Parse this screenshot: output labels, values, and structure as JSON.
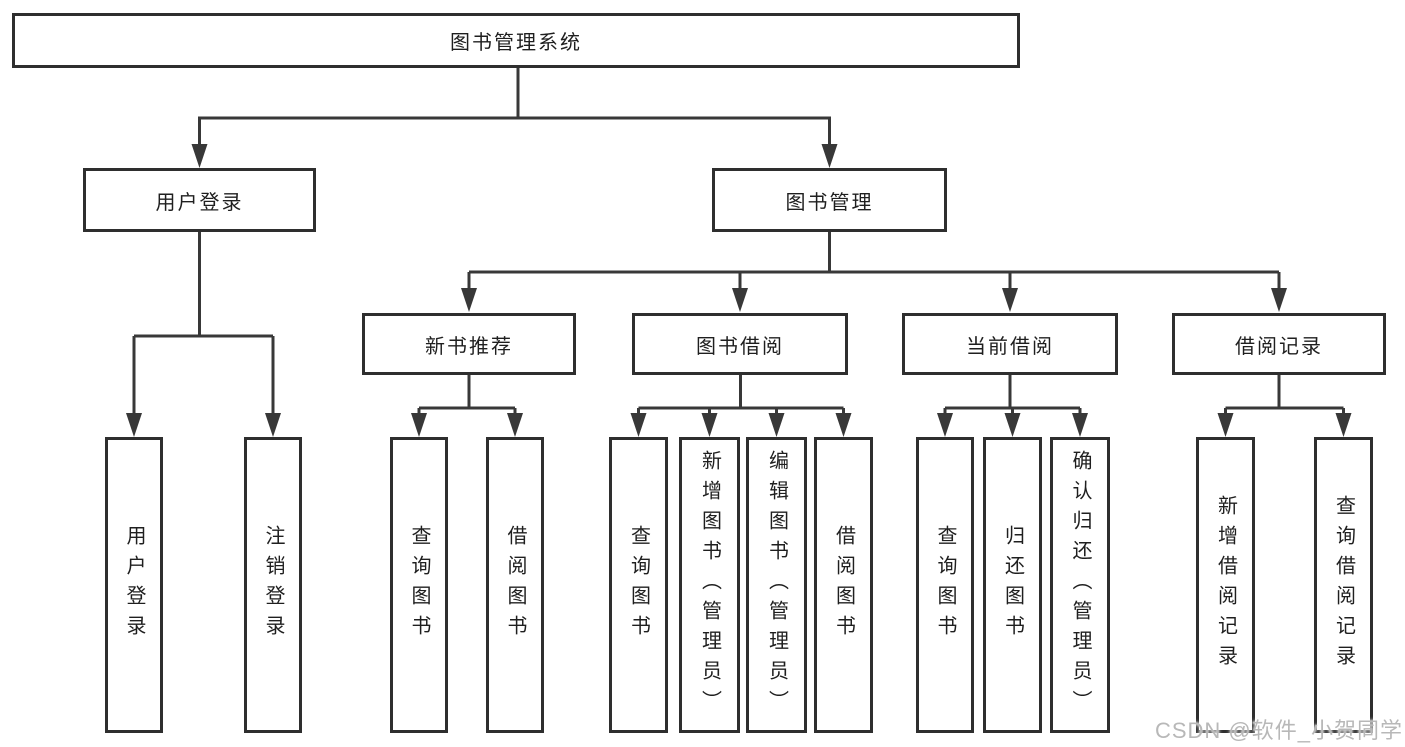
{
  "diagram": {
    "title": "图书管理系统",
    "root": {
      "label": "图书管理系统"
    },
    "level1": [
      {
        "label": "用户登录"
      },
      {
        "label": "图书管理"
      }
    ],
    "level2": [
      {
        "label": "新书推荐"
      },
      {
        "label": "图书借阅"
      },
      {
        "label": "当前借阅"
      },
      {
        "label": "借阅记录"
      }
    ],
    "leaves": {
      "userLogin": [
        {
          "label": "用户登录"
        },
        {
          "label": "注销登录"
        }
      ],
      "newBookRecommend": [
        {
          "label": "查询图书"
        },
        {
          "label": "借阅图书"
        }
      ],
      "bookBorrow": [
        {
          "label": "查询图书"
        },
        {
          "label": "新增图书（管理员）"
        },
        {
          "label": "编辑图书（管理员）"
        },
        {
          "label": "借阅图书"
        }
      ],
      "currentBorrow": [
        {
          "label": "查询图书"
        },
        {
          "label": "归还图书"
        },
        {
          "label": "确认归还（管理员）"
        }
      ],
      "borrowRecords": [
        {
          "label": "新增借阅记录"
        },
        {
          "label": "查询借阅记录"
        }
      ]
    }
  },
  "watermark": {
    "text": "CSDN @软件_小贺同学"
  },
  "colors": {
    "line": "#383838",
    "border": "#2e2e2e",
    "text": "#1f1f1f",
    "background": "#ffffff",
    "watermark": "#b8b8b8"
  }
}
